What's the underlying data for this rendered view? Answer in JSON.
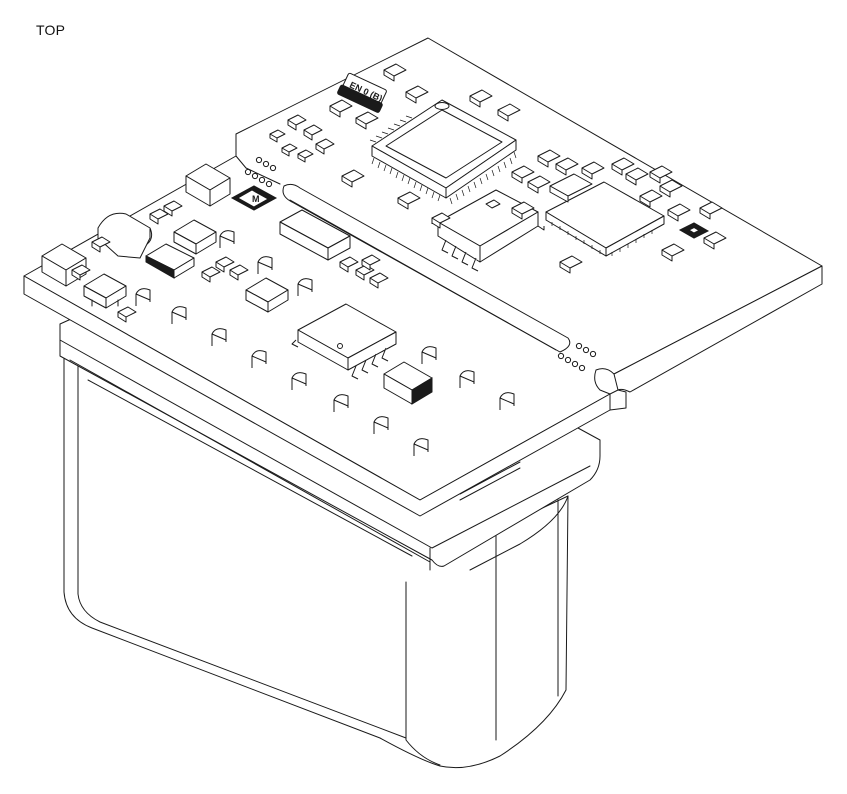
{
  "view_label": "TOP",
  "component_markings": {
    "crystal": "EN 0 (B)",
    "diode": "M"
  }
}
